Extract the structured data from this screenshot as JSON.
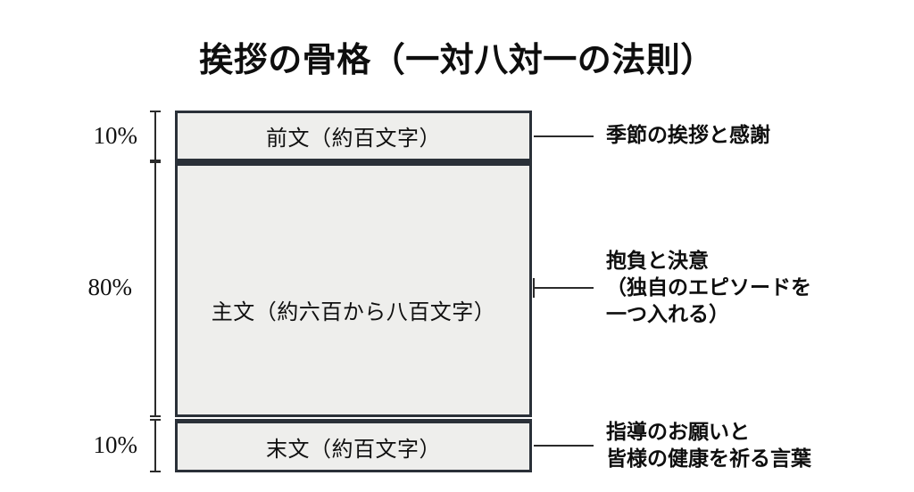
{
  "title": "挨拶の骨格（一対八対一の法則）",
  "chart_data": {
    "type": "bar",
    "title": "挨拶の骨格（一対八対一の法則）",
    "orientation": "vertical-stacked",
    "categories": [
      "前文",
      "主文",
      "末文"
    ],
    "values": [
      10,
      80,
      10
    ],
    "unit": "%",
    "xlabel": "",
    "ylabel": "",
    "ylim": [
      0,
      100
    ],
    "grid": false,
    "legend": "none",
    "segments": [
      {
        "id": "zenbun",
        "percent_label": "10%",
        "percent_value": 10,
        "box_label": "前文（約百文字）",
        "note_lines": [
          "季節の挨拶と感謝"
        ]
      },
      {
        "id": "shubun",
        "percent_label": "80%",
        "percent_value": 80,
        "box_label": "主文（約六百から八百文字）",
        "note_lines": [
          "抱負と決意",
          "（独自のエピソードを",
          "一つ入れる）"
        ]
      },
      {
        "id": "matsubun",
        "percent_label": "10%",
        "percent_value": 10,
        "box_label": "末文（約百文字）",
        "note_lines": [
          "指導のお願いと",
          "皆様の健康を祈る言葉"
        ]
      }
    ]
  },
  "segments": {
    "top": {
      "percent": "10%",
      "label": "前文（約百文字）",
      "note_line1": "季節の挨拶と感謝"
    },
    "middle": {
      "percent": "80%",
      "label": "主文（約六百から八百文字）",
      "note_line1": "抱負と決意",
      "note_line2": "（独自のエピソードを",
      "note_line3": "一つ入れる）"
    },
    "bottom": {
      "percent": "10%",
      "label": "末文（約百文字）",
      "note_line1": "指導のお願いと",
      "note_line2": "皆様の健康を祈る言葉"
    }
  },
  "colors": {
    "background": "#ffffff",
    "box_fill": "#eeeeec",
    "box_border": "#2a3038",
    "text": "#101010",
    "leader_line": "#2b2b2b"
  }
}
